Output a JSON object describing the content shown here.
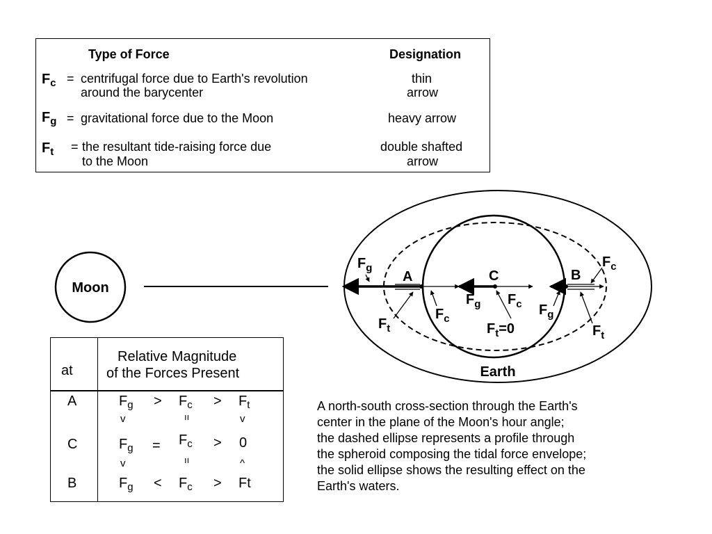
{
  "legend": {
    "header_type": "Type of Force",
    "header_designation": "Designation",
    "rows": [
      {
        "sym": "F",
        "sub": "c",
        "eq": "=",
        "desc1": "centrifugal force due to Earth's revolution",
        "desc2": "around the barycenter",
        "des1": "thin",
        "des2": "arrow"
      },
      {
        "sym": "F",
        "sub": "g",
        "eq": "=",
        "desc1": "gravitational force due to the Moon",
        "desc2": "",
        "des1": "heavy arrow",
        "des2": ""
      },
      {
        "sym": "F",
        "sub": "t",
        "eq": "=",
        "desc1": "the resultant tide-raising force due",
        "desc2": "to the Moon",
        "des1": "double shafted",
        "des2": "arrow"
      }
    ]
  },
  "diagram": {
    "moon_label": "Moon",
    "earth_label": "Earth",
    "points": {
      "a": "A",
      "b": "B",
      "c": "C"
    },
    "f": "F",
    "sub_g": "g",
    "sub_c": "c",
    "sub_t": "t",
    "ft_zero": "=0"
  },
  "magnitude_table": {
    "header_at": "at",
    "header_title_1": "Relative Magnitude",
    "header_title_2": "of the Forces Present",
    "rows": [
      {
        "at": "A",
        "f1": "F",
        "s1": "g",
        "op1": ">",
        "f2": "F",
        "s2": "c",
        "op2": ">",
        "f3": "F",
        "s3": "t"
      },
      {
        "at": "C",
        "f1": "F",
        "s1": "g",
        "op1": "=",
        "f2": "F",
        "s2": "c",
        "op2": ">",
        "f3": "0",
        "s3": ""
      },
      {
        "at": "B",
        "f1": "F",
        "s1": "g",
        "op1": "<",
        "f2": "F",
        "s2": "c",
        "op2": ">",
        "f3": "Ft",
        "s3": ""
      }
    ],
    "between_1": {
      "c1": "v",
      "c2": "ıı",
      "c3": "v"
    },
    "between_2": {
      "c1": "v",
      "c2": "ıı",
      "c3": "^"
    }
  },
  "caption": {
    "lines": [
      "A north-south cross-section through the Earth's",
      "center in the plane of the Moon's hour angle;",
      "the dashed ellipse represents a profile through",
      "the spheroid composing the tidal force envelope;",
      "the solid ellipse shows the resulting effect on the",
      "Earth's waters."
    ]
  }
}
